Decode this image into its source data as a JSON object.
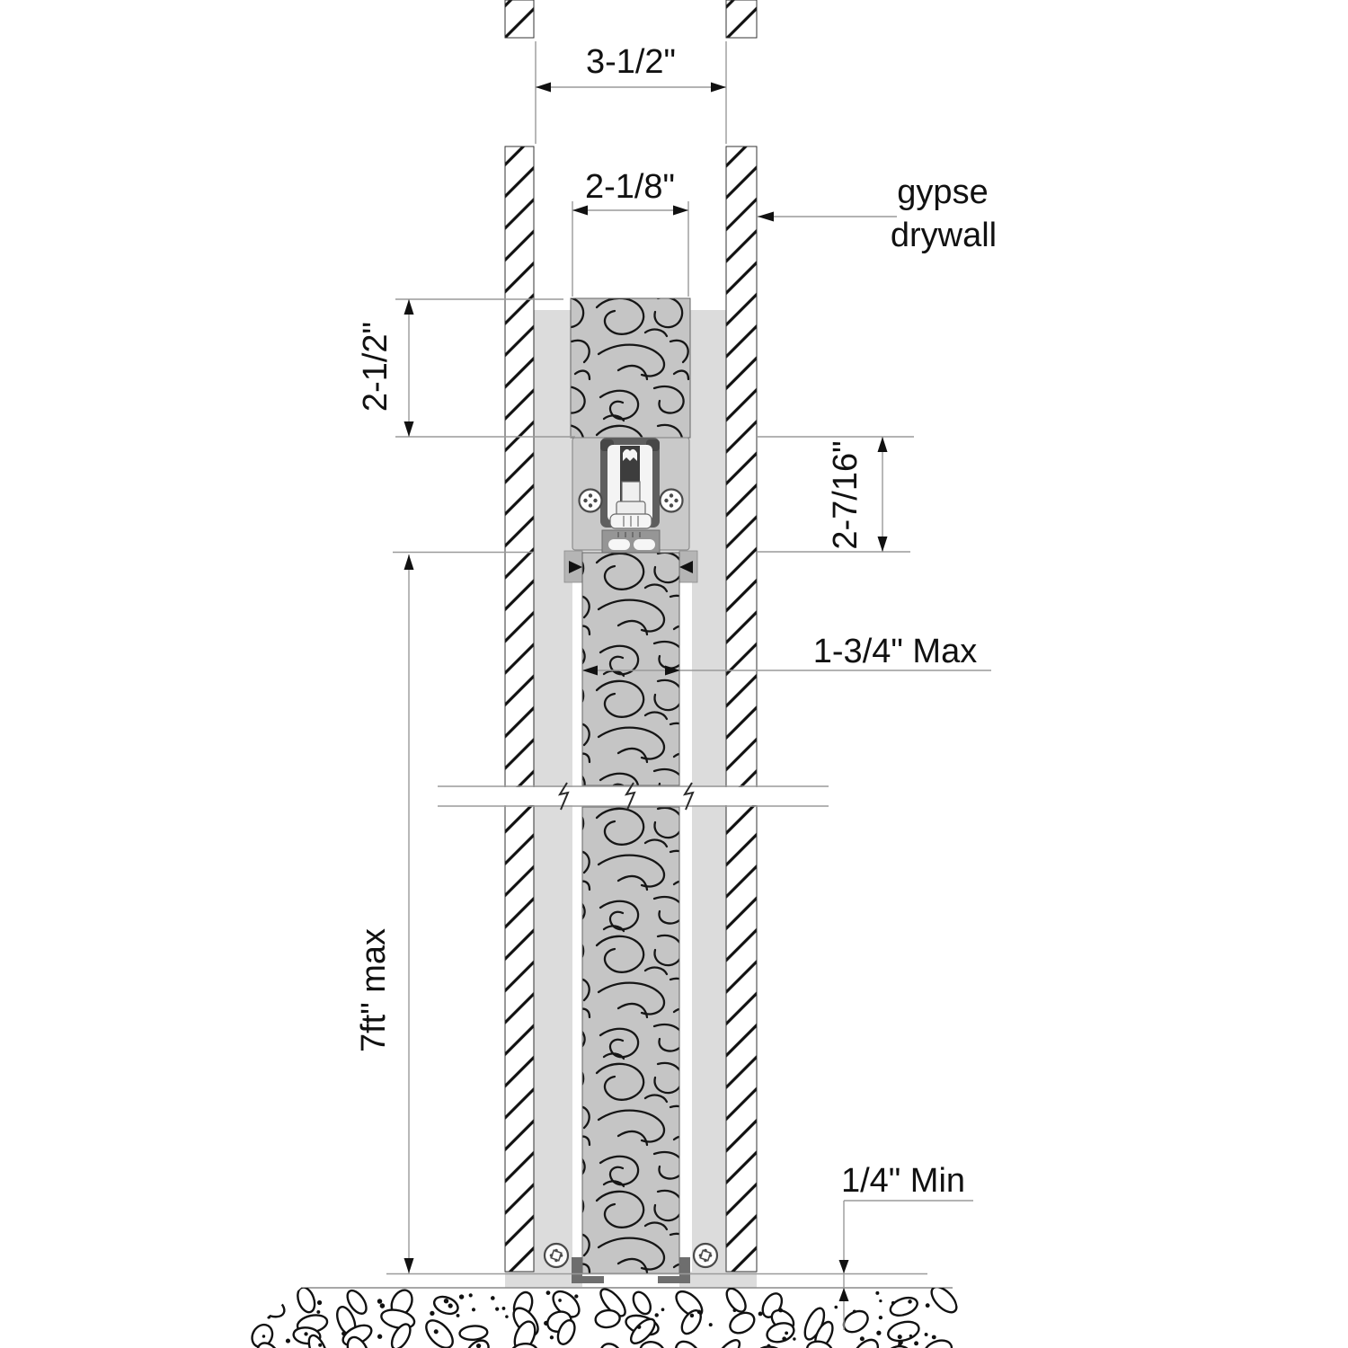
{
  "labels": {
    "cavity_width": "3-1/2\"",
    "track_width": "2-1/8\"",
    "header_height": "2-1/2\"",
    "track_assembly_height": "2-7/16\"",
    "door_thickness_max": "1-3/4\" Max",
    "door_height_max": "7ft\" max",
    "floor_clearance_min": "1/4\" Min",
    "wall_material": {
      "line1": "gypse",
      "line2": "drywall"
    }
  },
  "colors": {
    "line": "#111111",
    "dim-line": "#9a9a9a",
    "pocket-gray": "#dcdcdc",
    "wood-gray": "#c5c5c5",
    "plate-gray": "#c9c9c9",
    "hardware-dark": "#5e5e5e",
    "slot-dark": "#3d3d3d",
    "bracket-gray": "#969696",
    "jamb-gray": "#b5b5b5",
    "guide-dark": "#6e6e6e"
  }
}
